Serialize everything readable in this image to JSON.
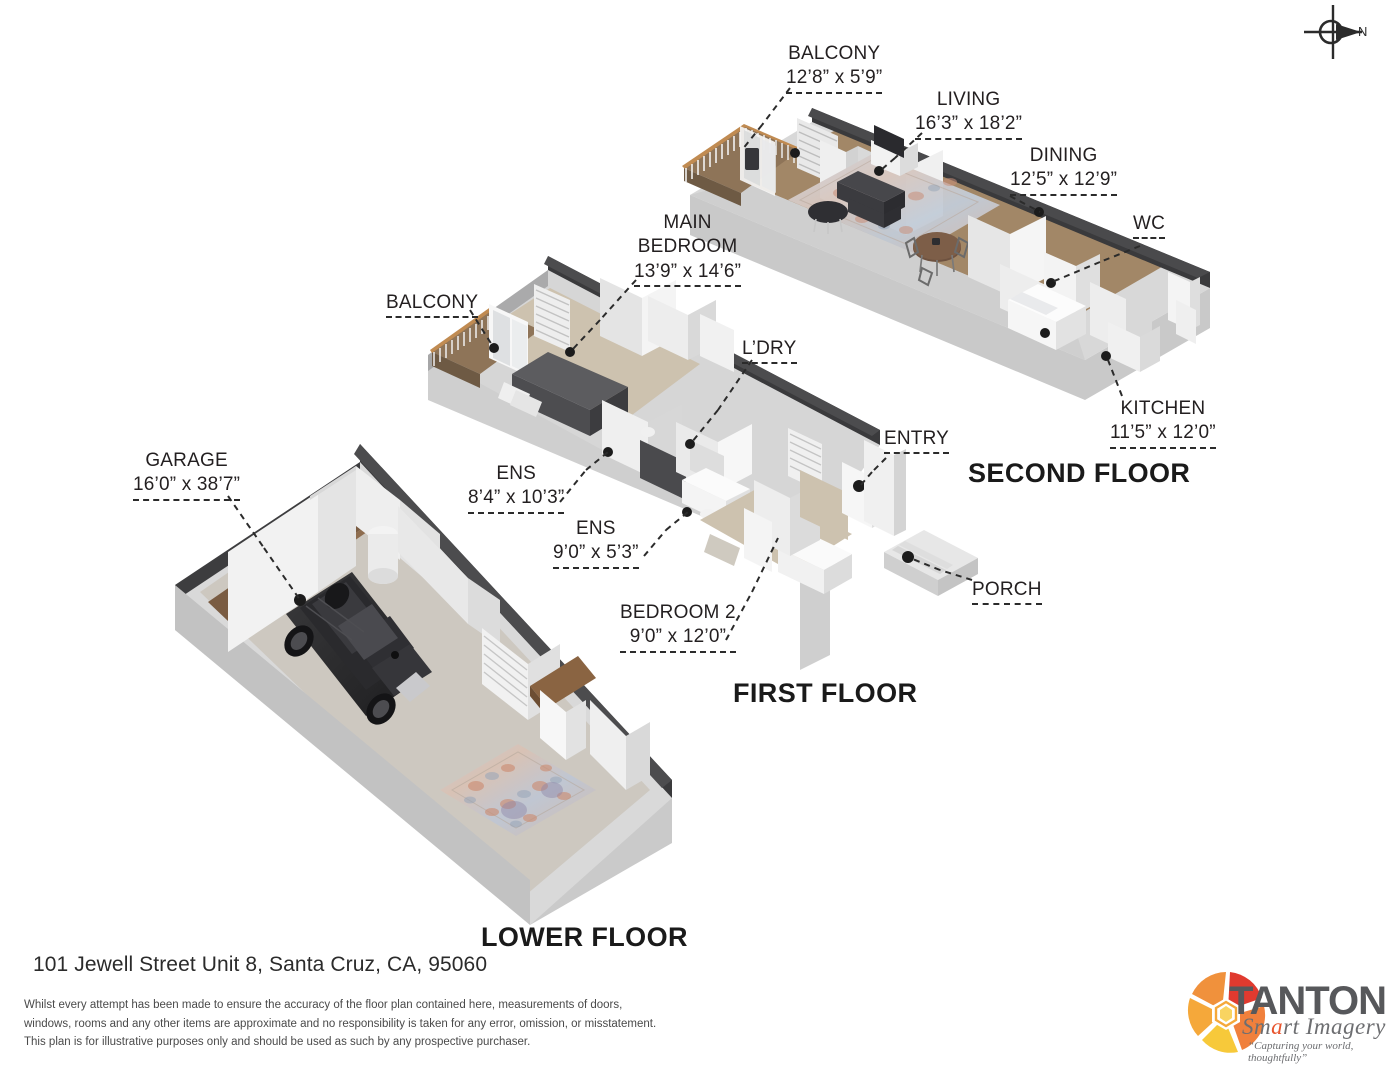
{
  "page": {
    "address": "101 Jewell Street Unit 8, Santa Cruz, CA, 95060",
    "disclaimer_line1": "Whilst every attempt has been made to ensure the accuracy of the floor plan contained here, measurements of doors,",
    "disclaimer_line2": "windows, rooms and any other items are approximate and no responsibility is taken for any error, omission, or misstatement.",
    "disclaimer_line3": "This plan is for illustrative purposes only and should be used as such by any prospective purchaser."
  },
  "compass": {
    "north_label": "N",
    "icon": "compass-rose-icon"
  },
  "logo": {
    "wordmark": "TANTON",
    "script_a": "Sm",
    "script_b": "a",
    "script_c": "rt Imagery",
    "script_full": "Smart Imagery",
    "tagline": "“Capturing your world, thoughtfully”",
    "color_red": "#e03a2f",
    "color_orange": "#f0803c",
    "color_yellow": "#f7c13a",
    "color_gray": "#57585b"
  },
  "floors": [
    {
      "id": "second-floor",
      "title": "SECOND FLOOR",
      "rooms": [
        {
          "id": "balcony-2f",
          "name": "BALCONY",
          "dimensions": "12’8” x 5’9”"
        },
        {
          "id": "living",
          "name": "LIVING",
          "dimensions": "16’3” x 18’2”"
        },
        {
          "id": "dining",
          "name": "DINING",
          "dimensions": "12’5” x 12’9”"
        },
        {
          "id": "wc",
          "name": "WC",
          "dimensions": ""
        },
        {
          "id": "kitchen",
          "name": "KITCHEN",
          "dimensions": "11’5” x 12’0”"
        }
      ]
    },
    {
      "id": "first-floor",
      "title": "FIRST FLOOR",
      "rooms": [
        {
          "id": "main-bedroom",
          "name": "MAIN BEDROOM",
          "name_line1": "MAIN",
          "name_line2": "BEDROOM",
          "dimensions": "13’9” x 14’6”"
        },
        {
          "id": "balcony-1f",
          "name": "BALCONY",
          "dimensions": ""
        },
        {
          "id": "ldry",
          "name": "L’DRY",
          "dimensions": ""
        },
        {
          "id": "ens-1",
          "name": "ENS",
          "dimensions": "8’4” x 10’3”"
        },
        {
          "id": "ens-2",
          "name": "ENS",
          "dimensions": "9’0” x 5’3”"
        },
        {
          "id": "bedroom-2",
          "name": "BEDROOM 2",
          "dimensions": "9’0” x 12’0”"
        },
        {
          "id": "entry",
          "name": "ENTRY",
          "dimensions": ""
        },
        {
          "id": "porch",
          "name": "PORCH",
          "dimensions": ""
        }
      ]
    },
    {
      "id": "lower-floor",
      "title": "LOWER FLOOR",
      "rooms": [
        {
          "id": "garage",
          "name": "GARAGE",
          "dimensions": "16’0” x 38’7”"
        }
      ]
    }
  ]
}
